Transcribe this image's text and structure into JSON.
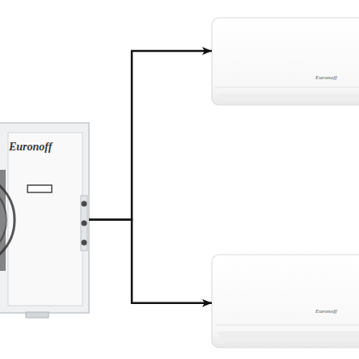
{
  "diagram": {
    "nodes": [
      {
        "text": [
          "Euronoff"
        ]
      },
      {
        "text": [
          "Euronoff"
        ]
      },
      {
        "text": [
          "Euronoff"
        ]
      }
    ],
    "edges": [
      {
        "from": 0,
        "to": 1,
        "arrow": "to"
      },
      {
        "from": 0,
        "to": 2,
        "arrow": "to"
      }
    ]
  }
}
